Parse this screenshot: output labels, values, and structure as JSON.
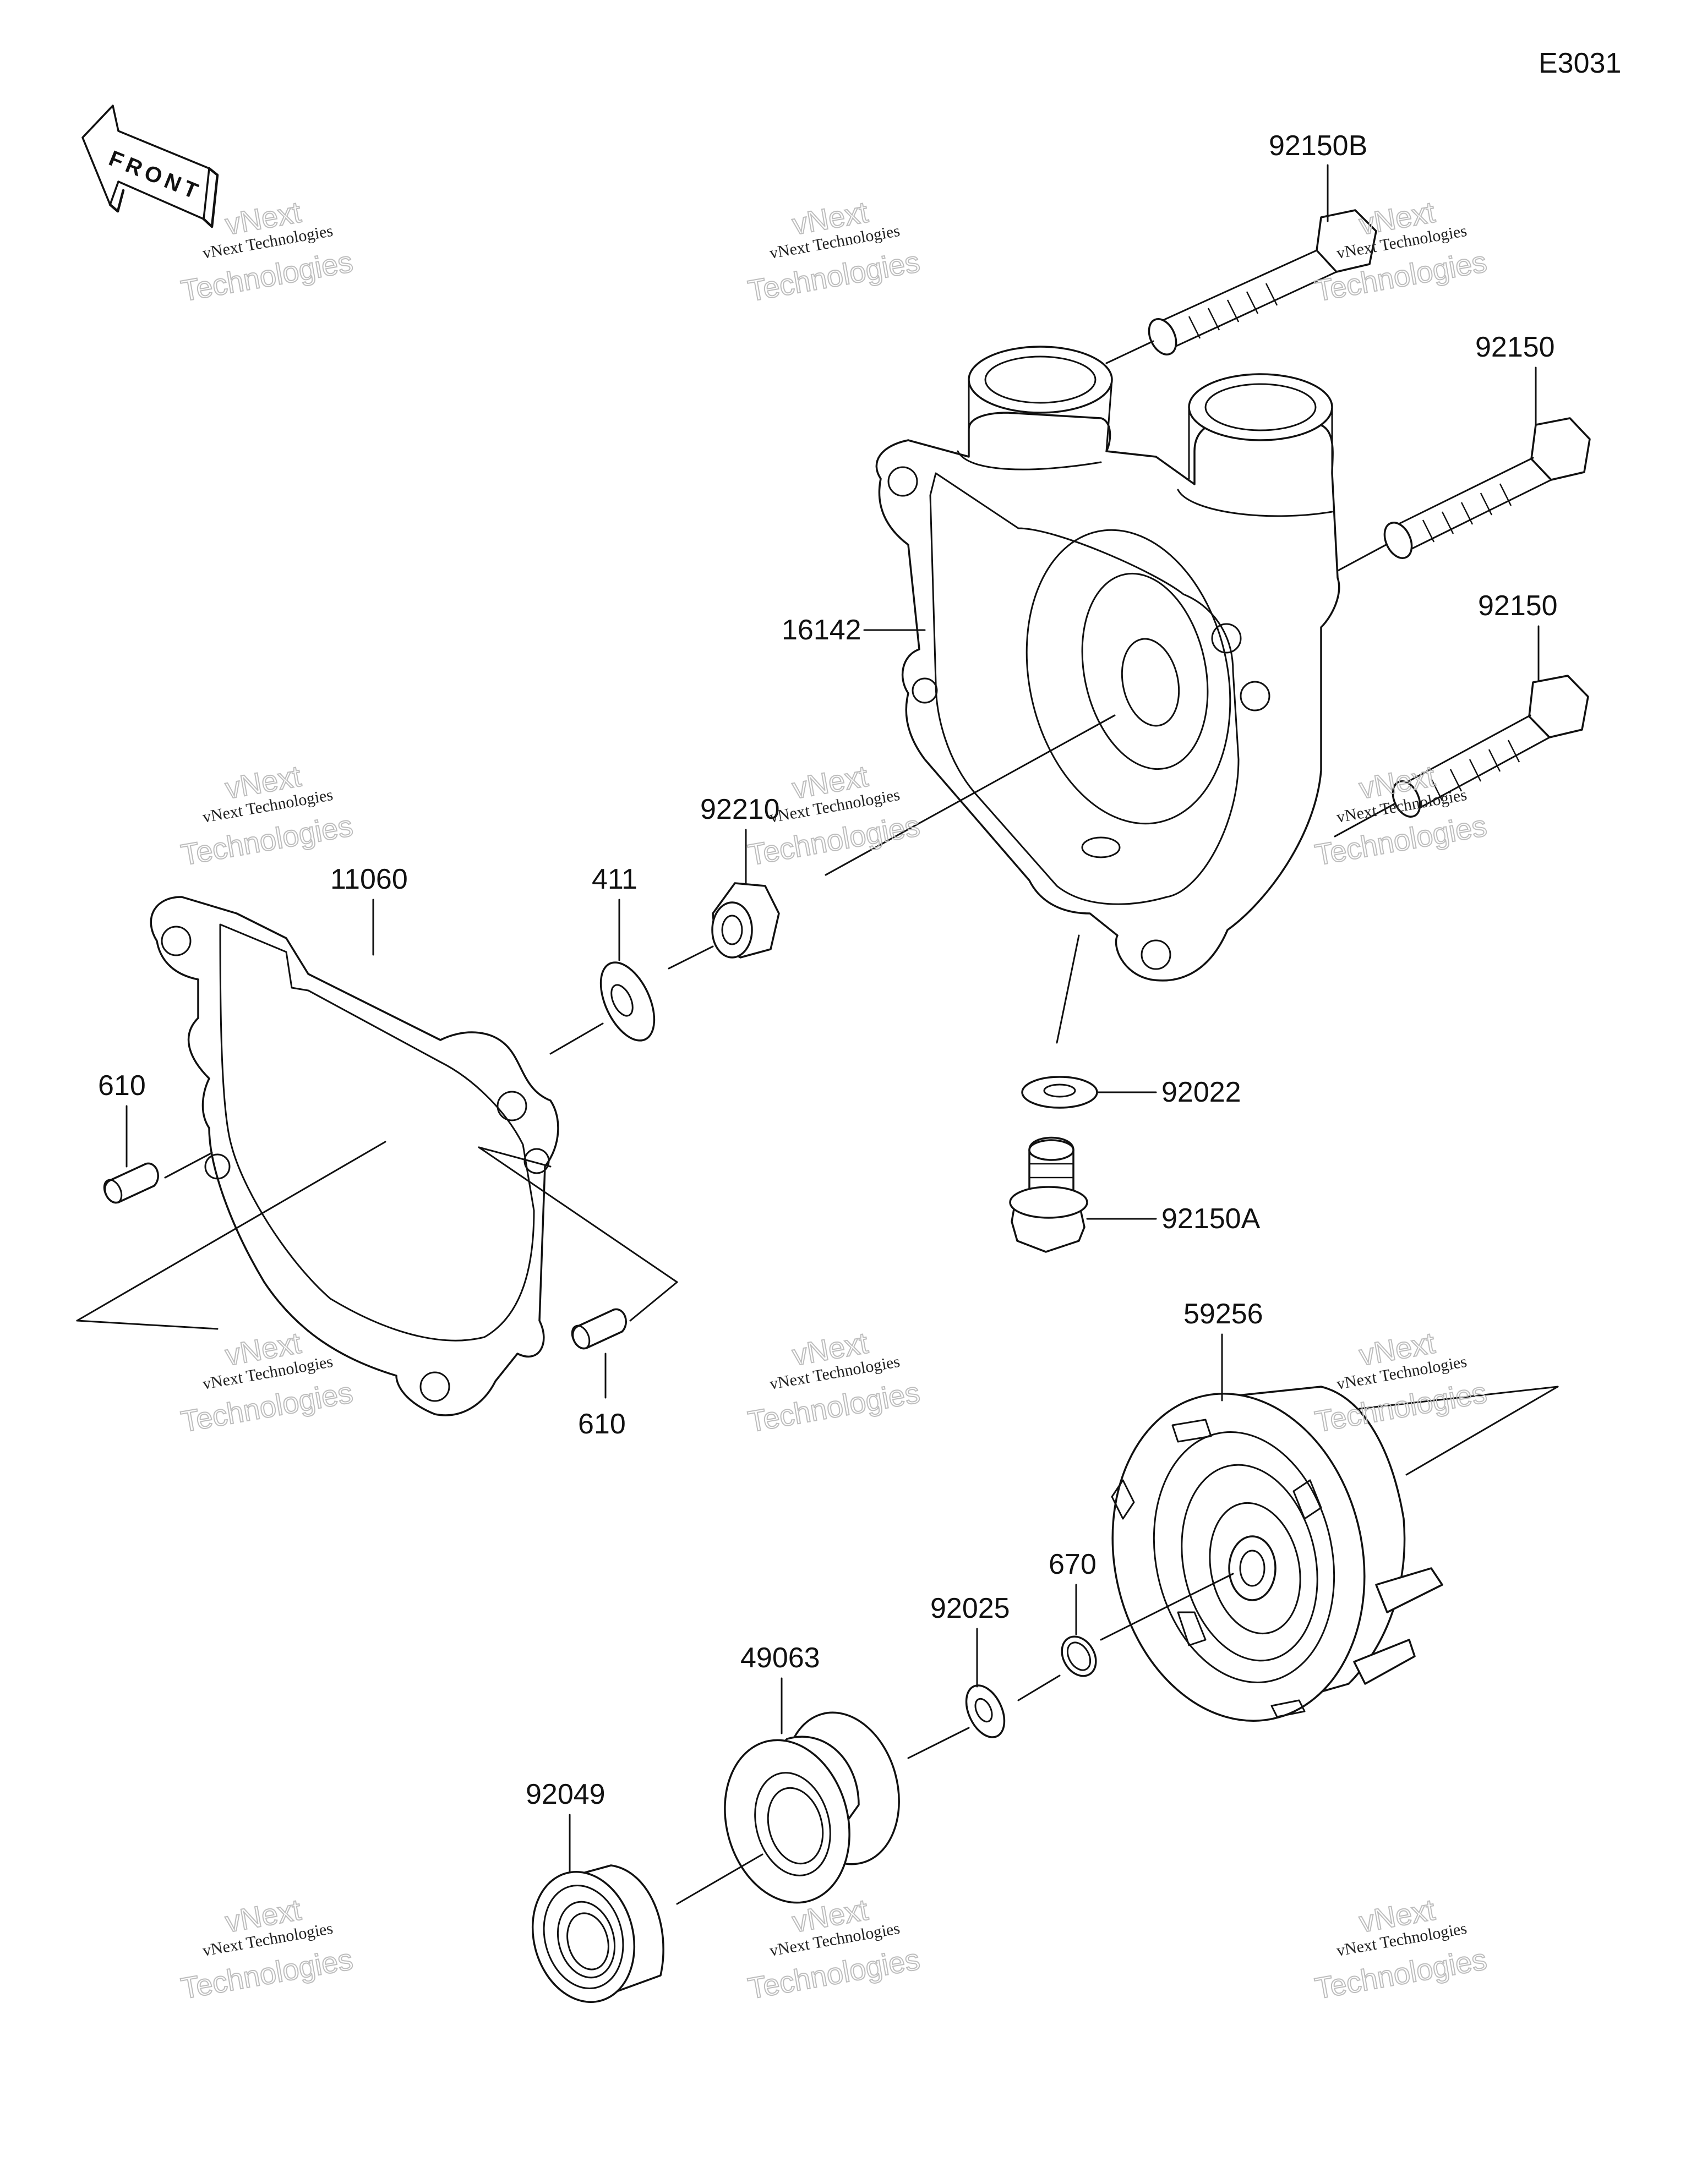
{
  "diagram_code": "E3031",
  "front_label": "FRONT",
  "watermark": {
    "line1": "vNext Technologies",
    "line2": "vNext",
    "line3": "Technologies"
  },
  "parts": {
    "p92150B": "92150B",
    "p92150_upper": "92150",
    "p92150_lower": "92150",
    "p16142": "16142",
    "p92210": "92210",
    "p411": "411",
    "p11060": "11060",
    "p610_left": "610",
    "p610_right": "610",
    "p92022": "92022",
    "p92150A": "92150A",
    "p59256": "59256",
    "p670": "670",
    "p92025": "92025",
    "p49063": "49063",
    "p92049": "92049"
  }
}
